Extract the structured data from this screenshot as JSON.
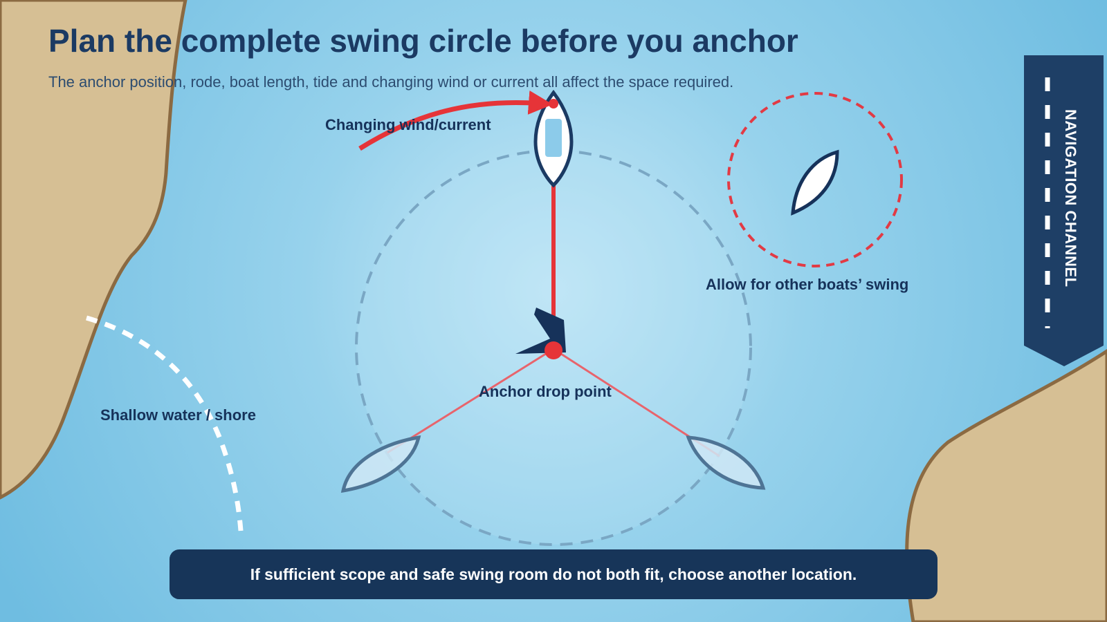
{
  "title": "Plan the complete swing circle before you anchor",
  "subtitle": "The anchor position, rode, boat length, tide and changing wind or current all affect the space required.",
  "labels": {
    "wind": "Changing wind/current",
    "anchor": "Anchor drop point",
    "other_boats": "Allow for other boats’ swing",
    "shore": "Shallow water / shore"
  },
  "channel": {
    "label": "NAVIGATION CHANNEL"
  },
  "banner": {
    "text": "If sufficient scope and safe swing room do not both fit, choose another location."
  },
  "colors": {
    "water": "#7dc4e4",
    "water_center": "#c8e9f7",
    "shore": "#d6bf94",
    "shore_edge": "#8b6a42",
    "navy": "#1b3a63",
    "rode": "#e63438",
    "channel": "#1e3f66",
    "banner": "#173559"
  },
  "icons": [
    "anchor-icon",
    "boat-icon"
  ]
}
